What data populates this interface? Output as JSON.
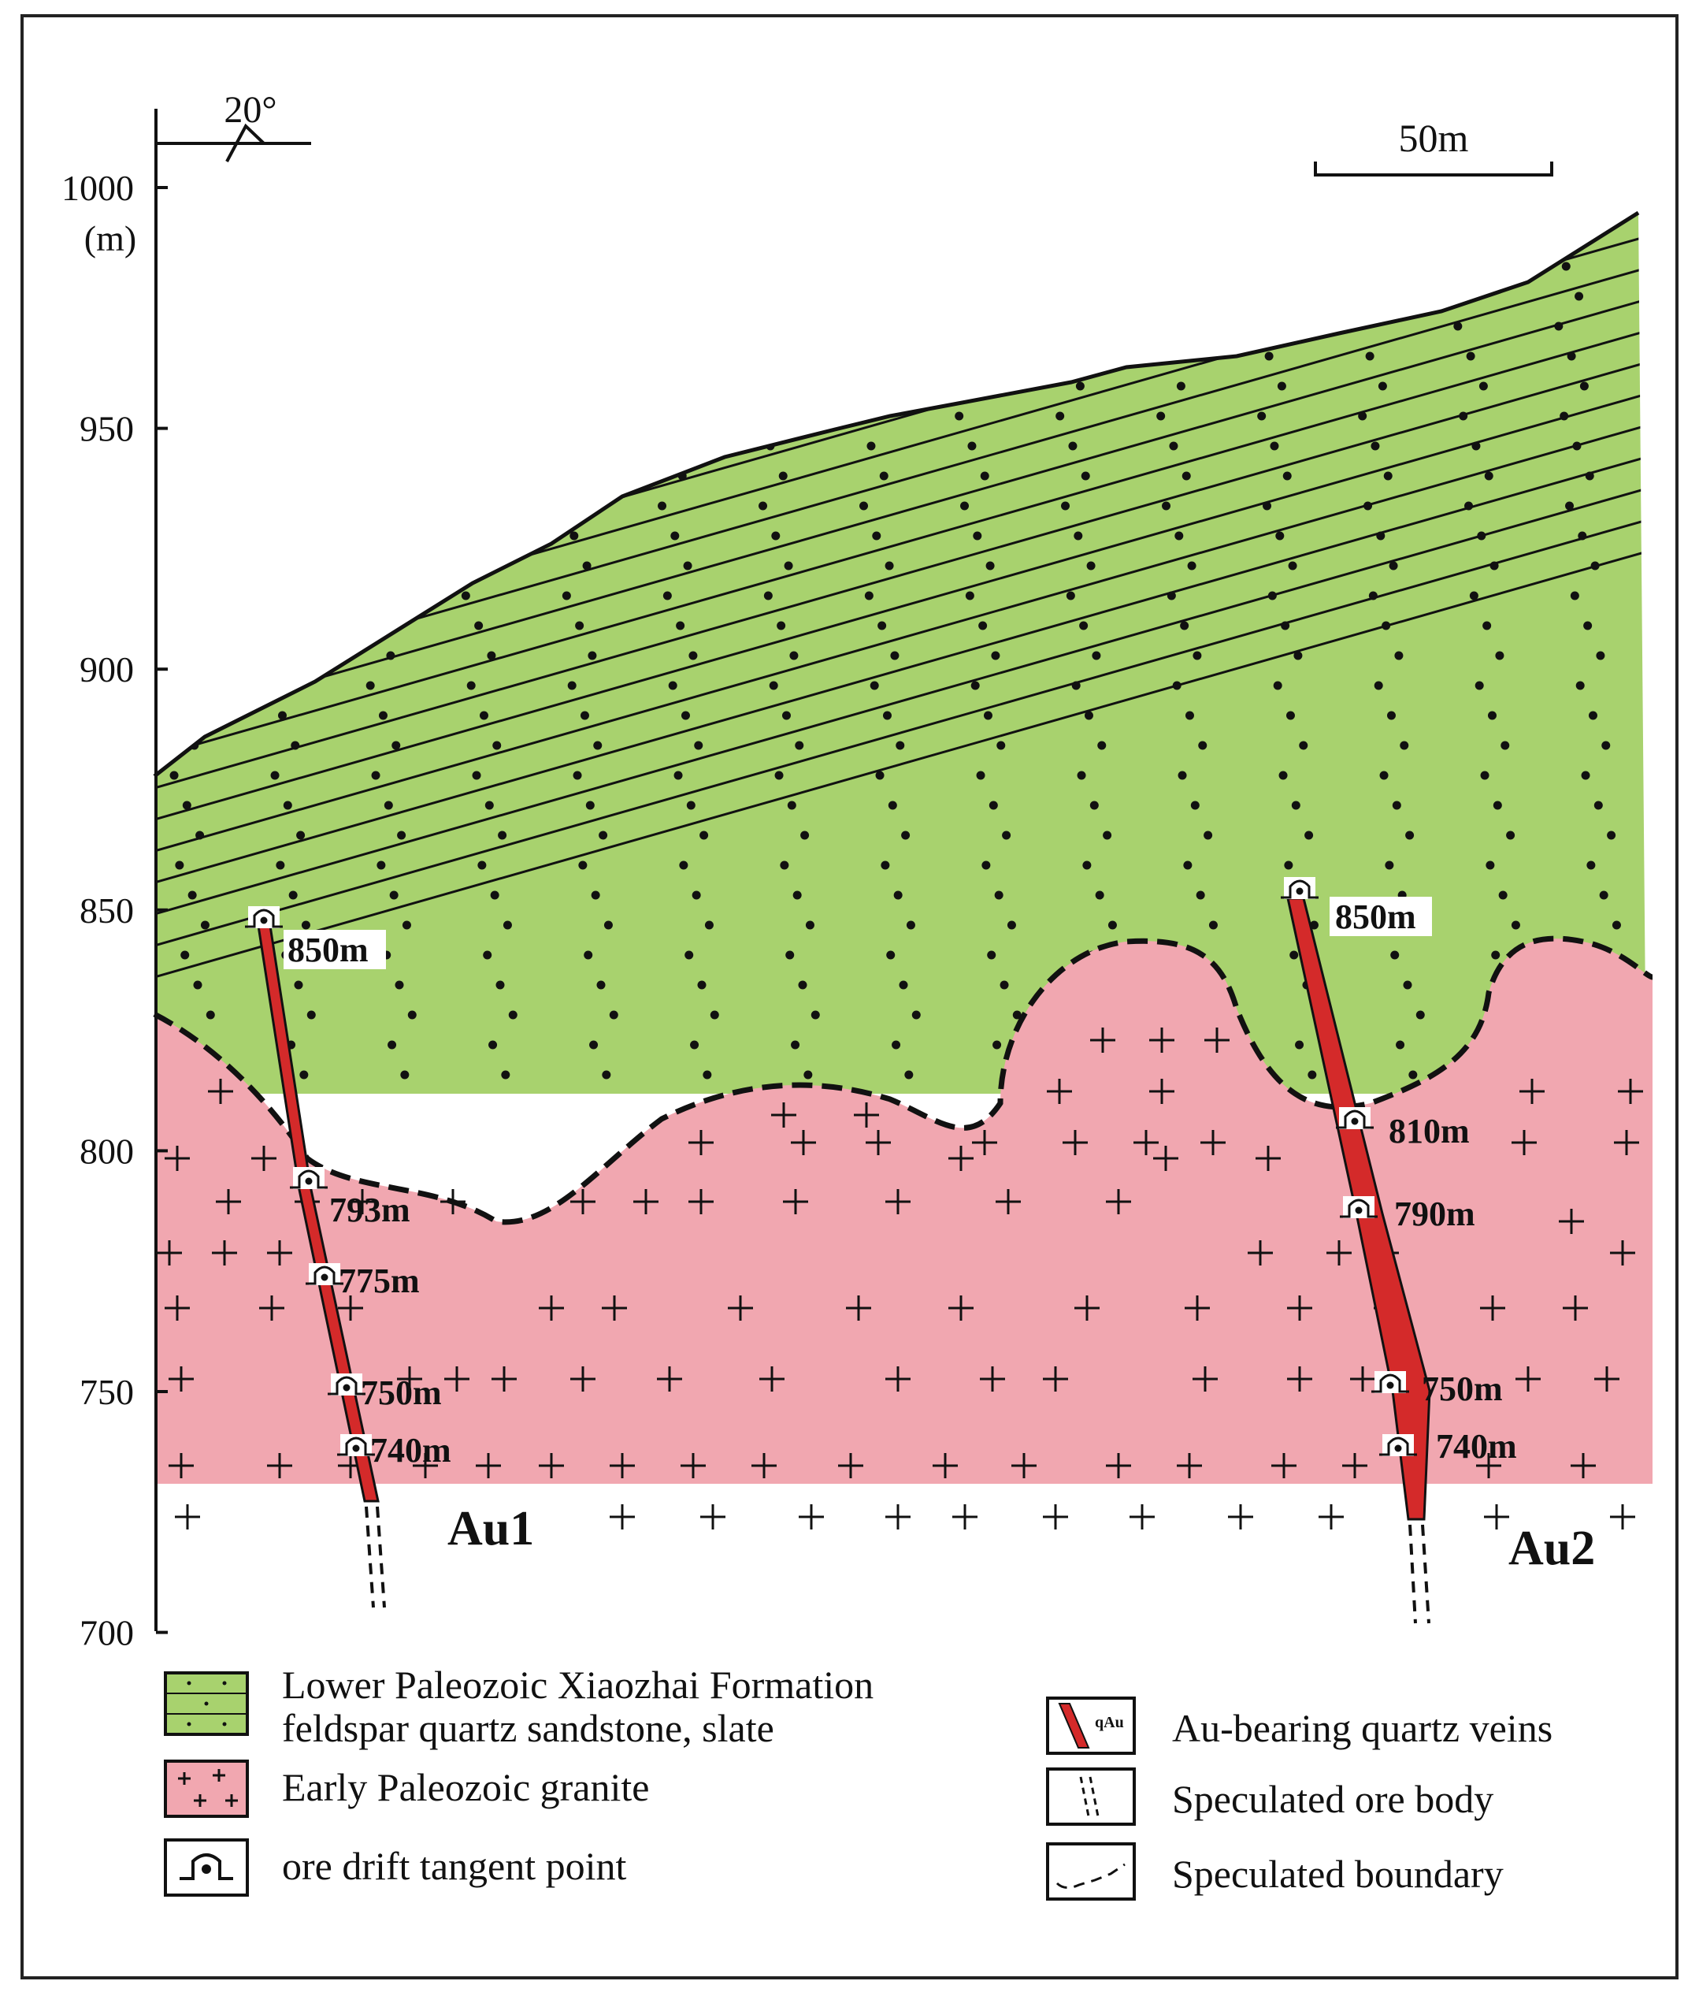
{
  "orientation": {
    "azimuth": "20°"
  },
  "scale_bar": {
    "label": "50m"
  },
  "axis": {
    "unit": "(m)",
    "ticks": [
      "1000",
      "950",
      "900",
      "850",
      "800",
      "750",
      "700"
    ]
  },
  "veins": {
    "au1": {
      "name": "Au1",
      "points": [
        {
          "elevation": "850m"
        },
        {
          "elevation": "793m"
        },
        {
          "elevation": "775m"
        },
        {
          "elevation": "750m"
        },
        {
          "elevation": "740m"
        }
      ]
    },
    "au2": {
      "name": "Au2",
      "points": [
        {
          "elevation": "850m"
        },
        {
          "elevation": "810m"
        },
        {
          "elevation": "790m"
        },
        {
          "elevation": "750m"
        },
        {
          "elevation": "740m"
        }
      ]
    }
  },
  "legend": {
    "formation_line1": "Lower Paleozoic Xiaozhai Formation",
    "formation_line2": "feldspar quartz sandstone, slate",
    "granite": "Early Paleozoic granite",
    "ore_drift": "ore drift tangent point",
    "quartz_veins": "Au-bearing quartz veins",
    "quartz_veins_symbol": "qAu",
    "speculated_body": "Speculated ore body",
    "speculated_boundary": "Speculated boundary"
  },
  "colors": {
    "sandstone": "#a8d26e",
    "granite": "#f1a7b0",
    "vein": "#d42a2a",
    "ink": "#111111"
  }
}
